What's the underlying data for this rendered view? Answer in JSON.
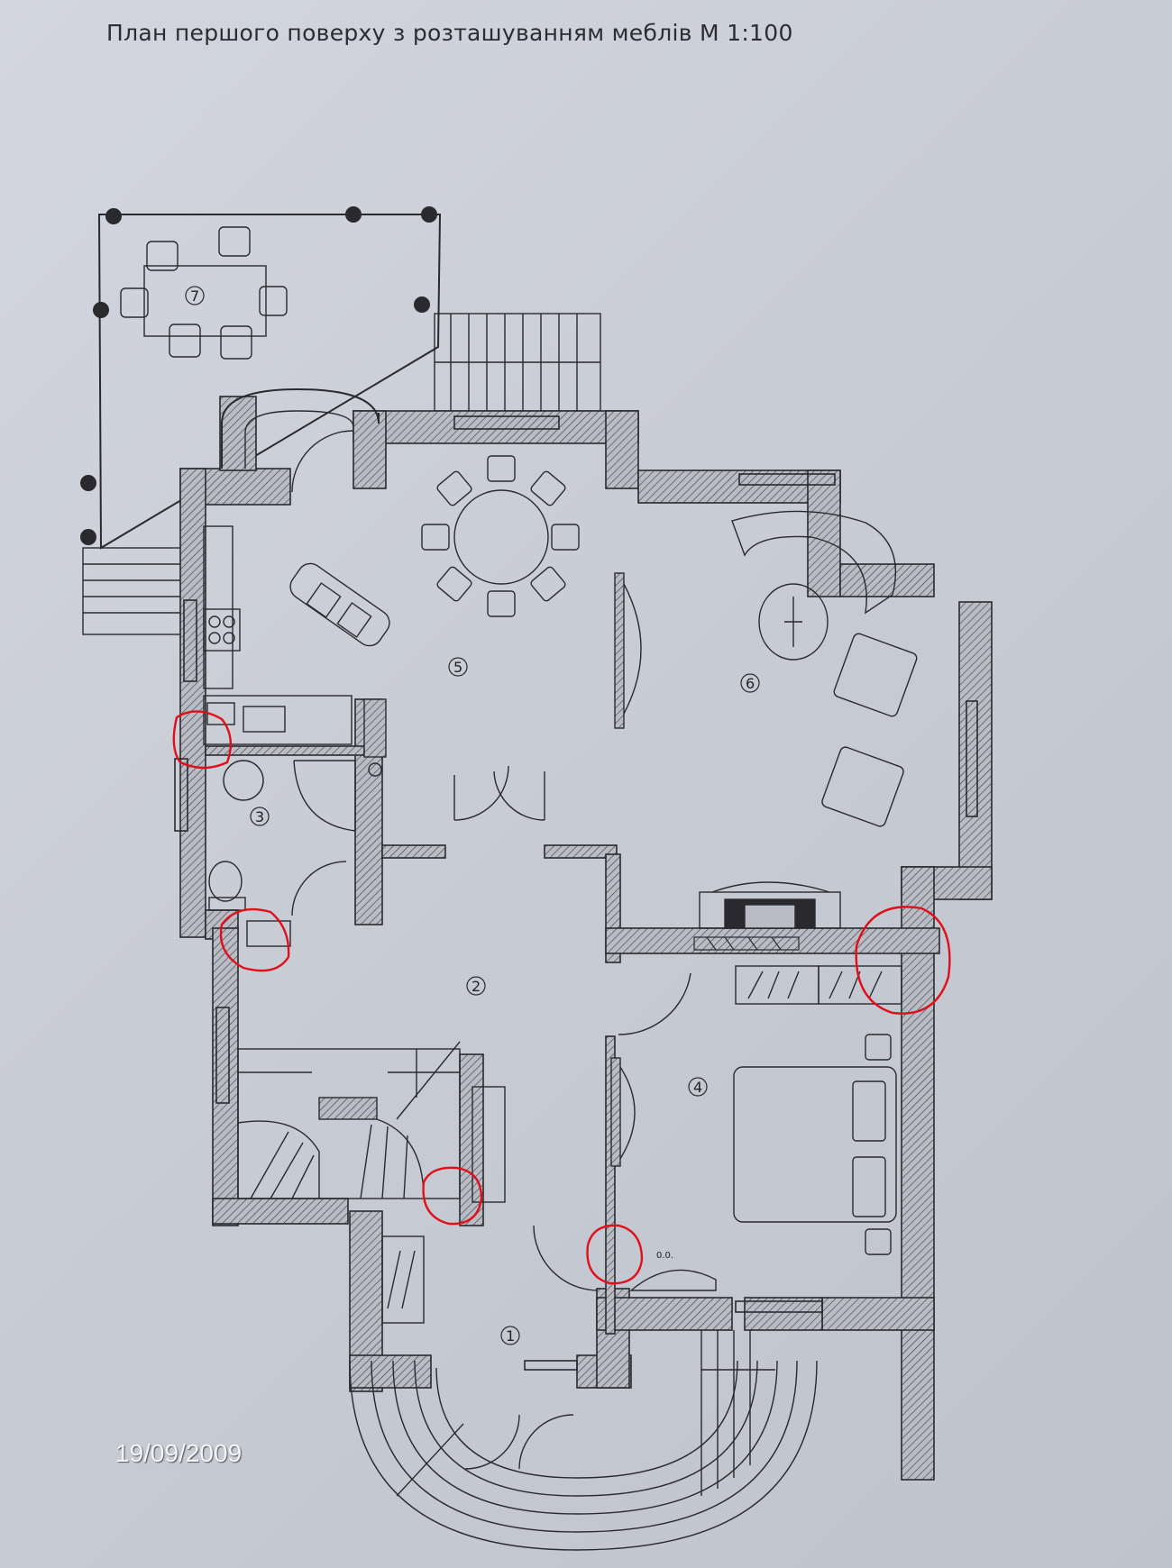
{
  "title": "План першого поверху з розташуванням меблів М 1:100",
  "date_stamp": "19/09/2009",
  "rooms": [
    {
      "number": "1"
    },
    {
      "number": "2"
    },
    {
      "number": "3"
    },
    {
      "number": "4"
    },
    {
      "number": "5"
    },
    {
      "number": "6"
    },
    {
      "number": "7"
    }
  ],
  "wall_shelf_label": "0.0.",
  "colors": {
    "line": "#2a2a2e",
    "wall_fill": "#8e9199",
    "annotation": "#e0101a",
    "paper": "#c9cdd6"
  },
  "annotations": [
    {
      "kind": "red-circle",
      "target": "kitchen-wall"
    },
    {
      "kind": "red-circle",
      "target": "bath-sink"
    },
    {
      "kind": "red-circle",
      "target": "bedroom-wardrobe-wall"
    },
    {
      "kind": "red-circle",
      "target": "stair-partition"
    },
    {
      "kind": "red-circle",
      "target": "bedroom-door-jamb"
    }
  ]
}
